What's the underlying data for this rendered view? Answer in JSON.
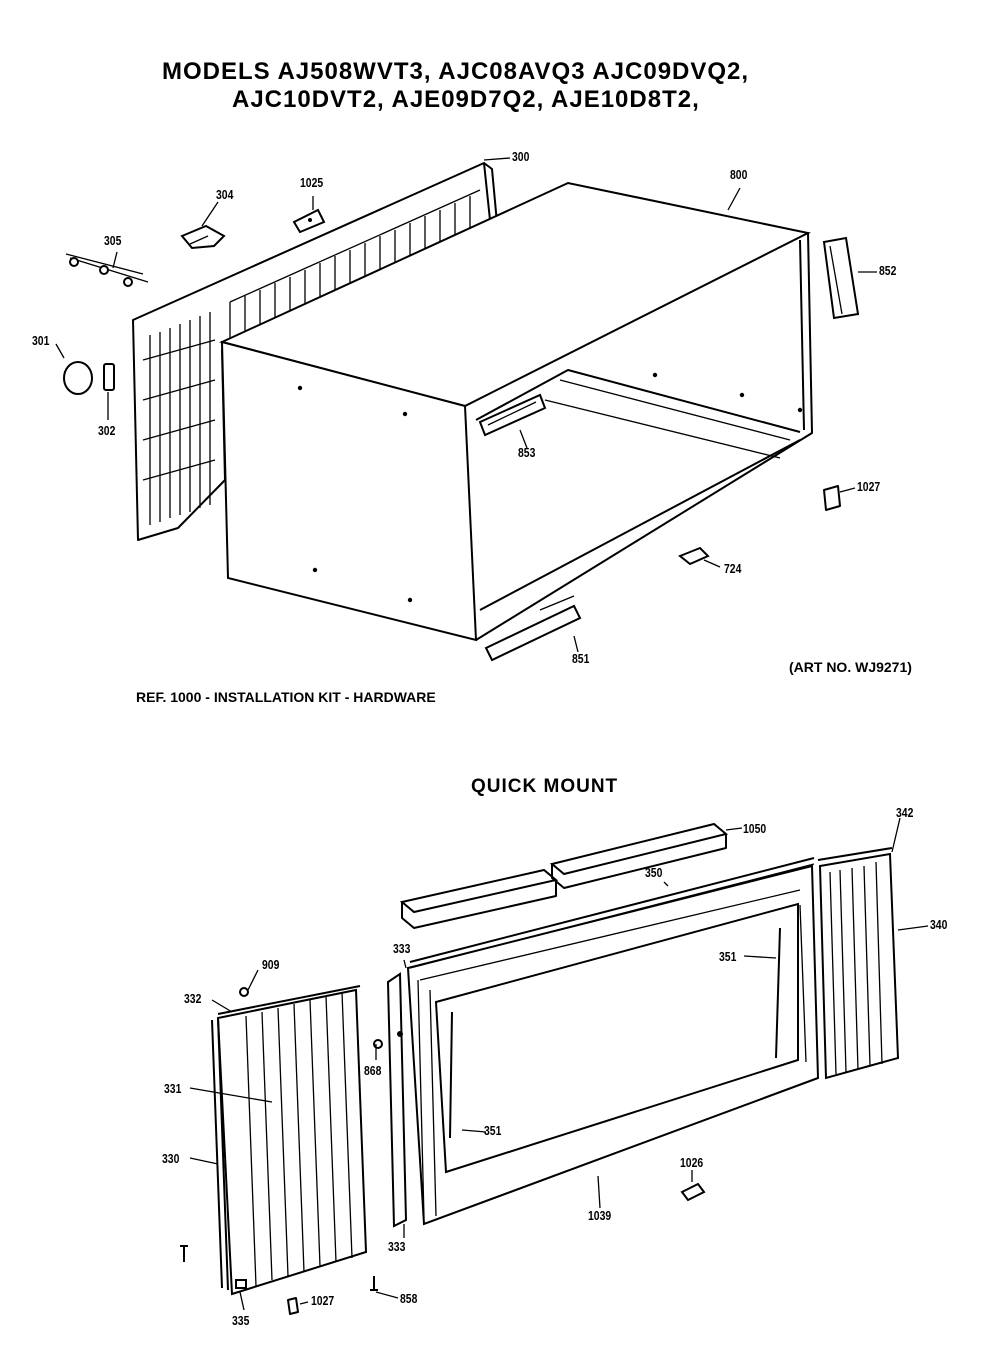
{
  "header": {
    "title_line1": "MODELS AJ508WVT3, AJC08AVQ3 AJC09DVQ2,",
    "title_line2": "AJC10DVT2, AJE09D7Q2, AJE10D8T2,"
  },
  "notes": {
    "ref": "REF. 1000 - INSTALLATION KIT - HARDWARE",
    "art_no": "(ART NO. WJ9271)"
  },
  "sections": {
    "quick_mount": "QUICK MOUNT"
  },
  "labels_top": {
    "p300": "300",
    "p304": "304",
    "p1025": "1025",
    "p305": "305",
    "p301": "301",
    "p302": "302",
    "p800": "800",
    "p852": "852",
    "p853": "853",
    "p1027": "1027",
    "p724": "724",
    "p851": "851"
  },
  "labels_bottom": {
    "p1050": "1050",
    "p342": "342",
    "p350": "350",
    "p340": "340",
    "p351a": "351",
    "p351b": "351",
    "p333a": "333",
    "p333b": "333",
    "p909": "909",
    "p332": "332",
    "p331": "331",
    "p330": "330",
    "p868": "868",
    "p1026": "1026",
    "p1039": "1039",
    "p335": "335",
    "p1027b": "1027",
    "p858": "858"
  }
}
